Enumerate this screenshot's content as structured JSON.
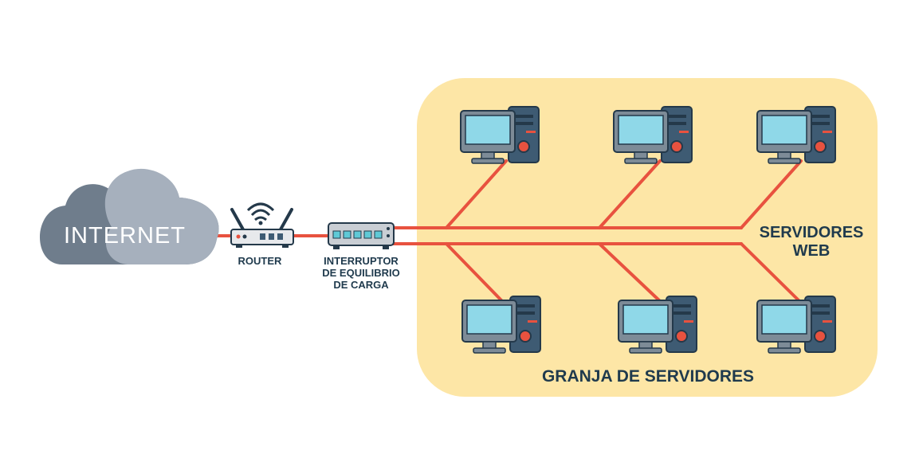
{
  "cloud": {
    "label": "INTERNET"
  },
  "router": {
    "label": "ROUTER"
  },
  "load_balancer": {
    "line1": "INTERRUPTOR",
    "line2": "DE EQUILIBRIO",
    "line3": "DE CARGA"
  },
  "servers_label": {
    "line1": "SERVIDORES",
    "line2": "WEB"
  },
  "farm": {
    "label": "GRANJA DE SERVIDORES"
  },
  "colors": {
    "farm_bg": "#fde6a6",
    "cable": "#e8523f",
    "cloud_dark": "#6f7d8c",
    "cloud_light": "#a6b0bd",
    "screen": "#8fd8e8",
    "monitor_frame": "#7d8b97",
    "tower": "#3e5b73",
    "power_button": "#e8523f",
    "text": "#1f3a4d"
  },
  "icons": [
    "cloud-icon",
    "wifi-router-icon",
    "network-switch-icon",
    "desktop-computer-icon"
  ]
}
